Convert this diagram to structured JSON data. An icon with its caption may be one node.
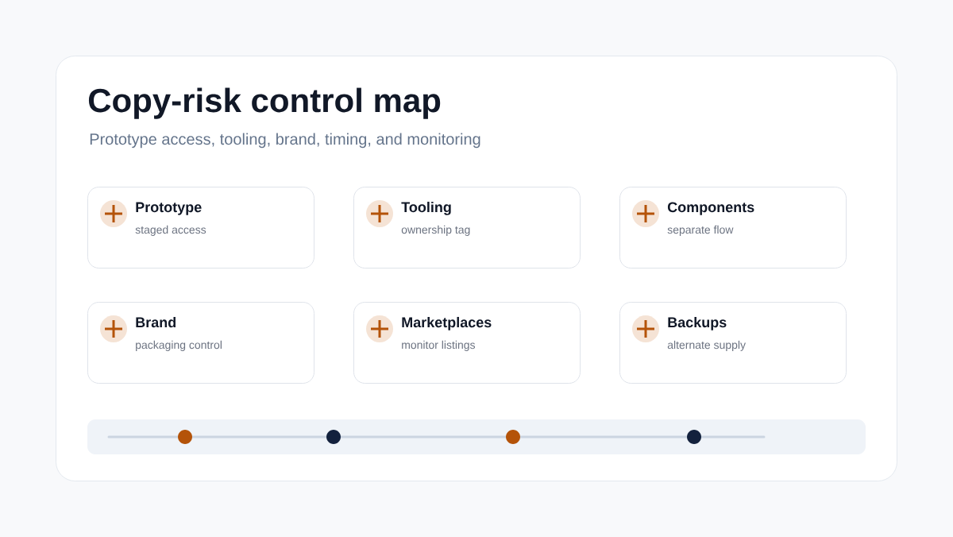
{
  "diagram": {
    "title": "Copy-risk control map",
    "nodes": [
      {
        "text": [
          "Prototype",
          "staged access"
        ]
      },
      {
        "text": [
          "Tooling",
          "ownership tag"
        ]
      },
      {
        "text": [
          "Components",
          "separate flow"
        ]
      },
      {
        "text": [
          "Brand",
          "packaging control"
        ]
      },
      {
        "text": [
          "Marketplaces",
          "monitor listings"
        ]
      },
      {
        "text": [
          "Backups",
          "alternate supply"
        ]
      }
    ],
    "labels": [
      "Prototype access, tooling, brand, timing, and monitoring"
    ]
  }
}
